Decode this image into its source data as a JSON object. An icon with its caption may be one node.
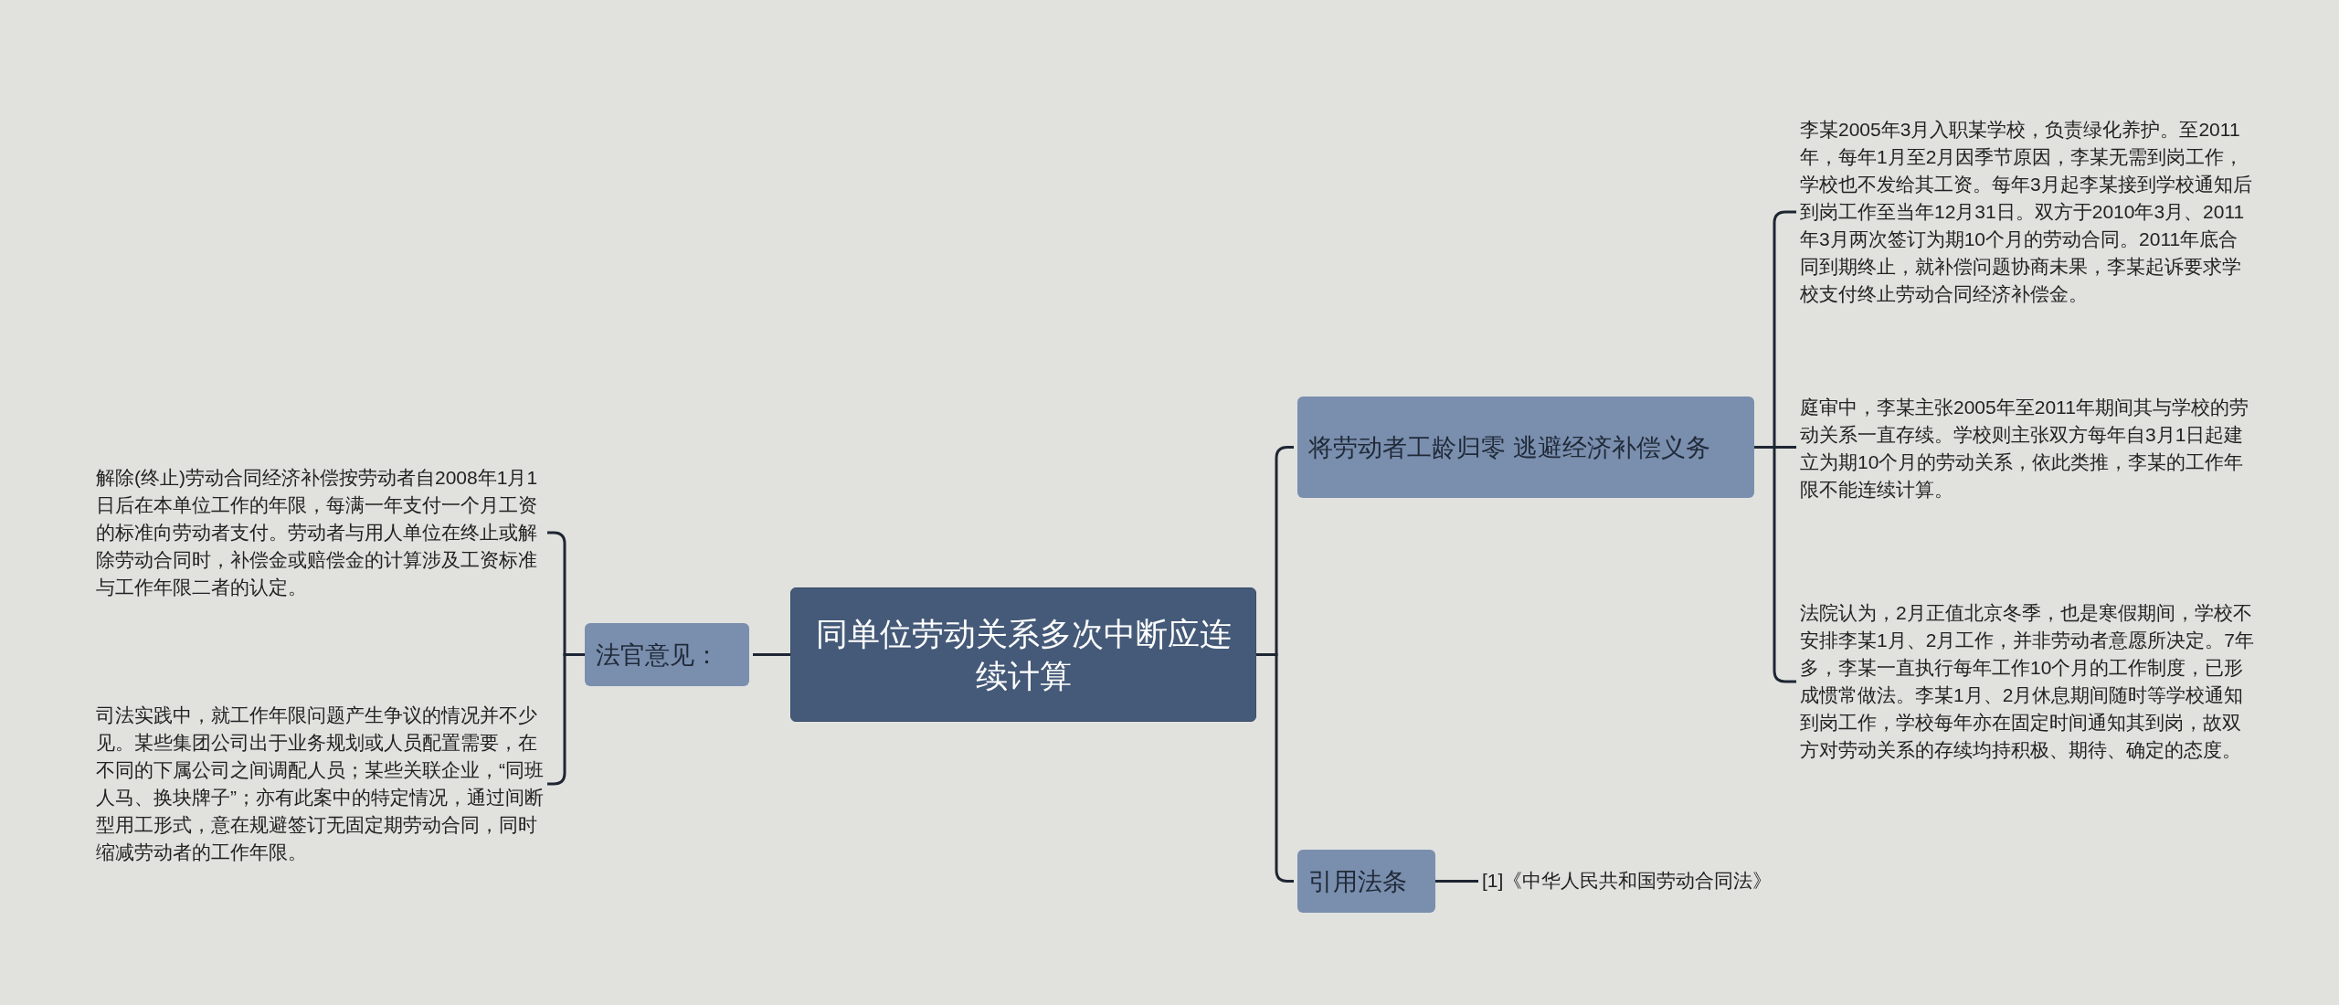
{
  "diagram": {
    "nodes": [
      {
        "text": [
          "同单位劳动关系多次中断应连续计算"
        ]
      },
      {
        "text": [
          "法官意见："
        ]
      },
      {
        "text": [
          "解除(终止)劳动合同经济补偿按劳动者自2008年1月1日后在本单位工作的年限，每满一年支付一个月工资的标准向劳动者支付。劳动者与用人单位在终止或解除劳动合同时，补偿金或赔偿金的计算涉及工资标准与工作年限二者的认定。"
        ]
      },
      {
        "text": [
          "司法实践中，就工作年限问题产生争议的情况并不少见。某些集团公司出于业务规划或人员配置需要，在不同的下属公司之间调配人员；某些关联企业，“同班人马、换块牌子”；亦有此案中的特定情况，通过间断型用工形式，意在规避签订无固定期劳动合同，同时缩减劳动者的工作年限。"
        ]
      },
      {
        "text": [
          "将劳动者工龄归零 逃避经济补偿义务"
        ]
      },
      {
        "text": [
          "李某2005年3月入职某学校，负责绿化养护。至2011年，每年1月至2月因季节原因，李某无需到岗工作，学校也不发给其工资。每年3月起李某接到学校通知后到岗工作至当年12月31日。双方于2010年3月、2011年3月两次签订为期10个月的劳动合同。2011年底合同到期终止，就补偿问题协商未果，李某起诉要求学校支付终止劳动合同经济补偿金。"
        ]
      },
      {
        "text": [
          "庭审中，李某主张2005年至2011年期间其与学校的劳动关系一直存续。学校则主张双方每年自3月1日起建立为期10个月的劳动关系，依此类推，李某的工作年限不能连续计算。"
        ]
      },
      {
        "text": [
          "法院认为，2月正值北京冬季，也是寒假期间，学校不安排李某1月、2月工作，并非劳动者意愿所决定。7年多，李某一直执行每年工作10个月的工作制度，已形成惯常做法。李某1月、2月休息期间随时等学校通知到岗工作，学校每年亦在固定时间通知其到岗，故双方对劳动关系的存续均持积极、期待、确定的态度。"
        ]
      },
      {
        "text": [
          "引用法条"
        ]
      },
      {
        "text": [
          "[1]《中华人民共和国劳动合同法》"
        ]
      }
    ],
    "edges": [
      {
        "from": 0,
        "to": 1,
        "arrow": "none"
      },
      {
        "from": 1,
        "to": 2,
        "arrow": "none"
      },
      {
        "from": 1,
        "to": 3,
        "arrow": "none"
      },
      {
        "from": 0,
        "to": 4,
        "arrow": "none"
      },
      {
        "from": 4,
        "to": 5,
        "arrow": "none"
      },
      {
        "from": 4,
        "to": 6,
        "arrow": "none"
      },
      {
        "from": 4,
        "to": 7,
        "arrow": "none"
      },
      {
        "from": 0,
        "to": 8,
        "arrow": "none"
      },
      {
        "from": 8,
        "to": 9,
        "arrow": "none"
      }
    ]
  }
}
